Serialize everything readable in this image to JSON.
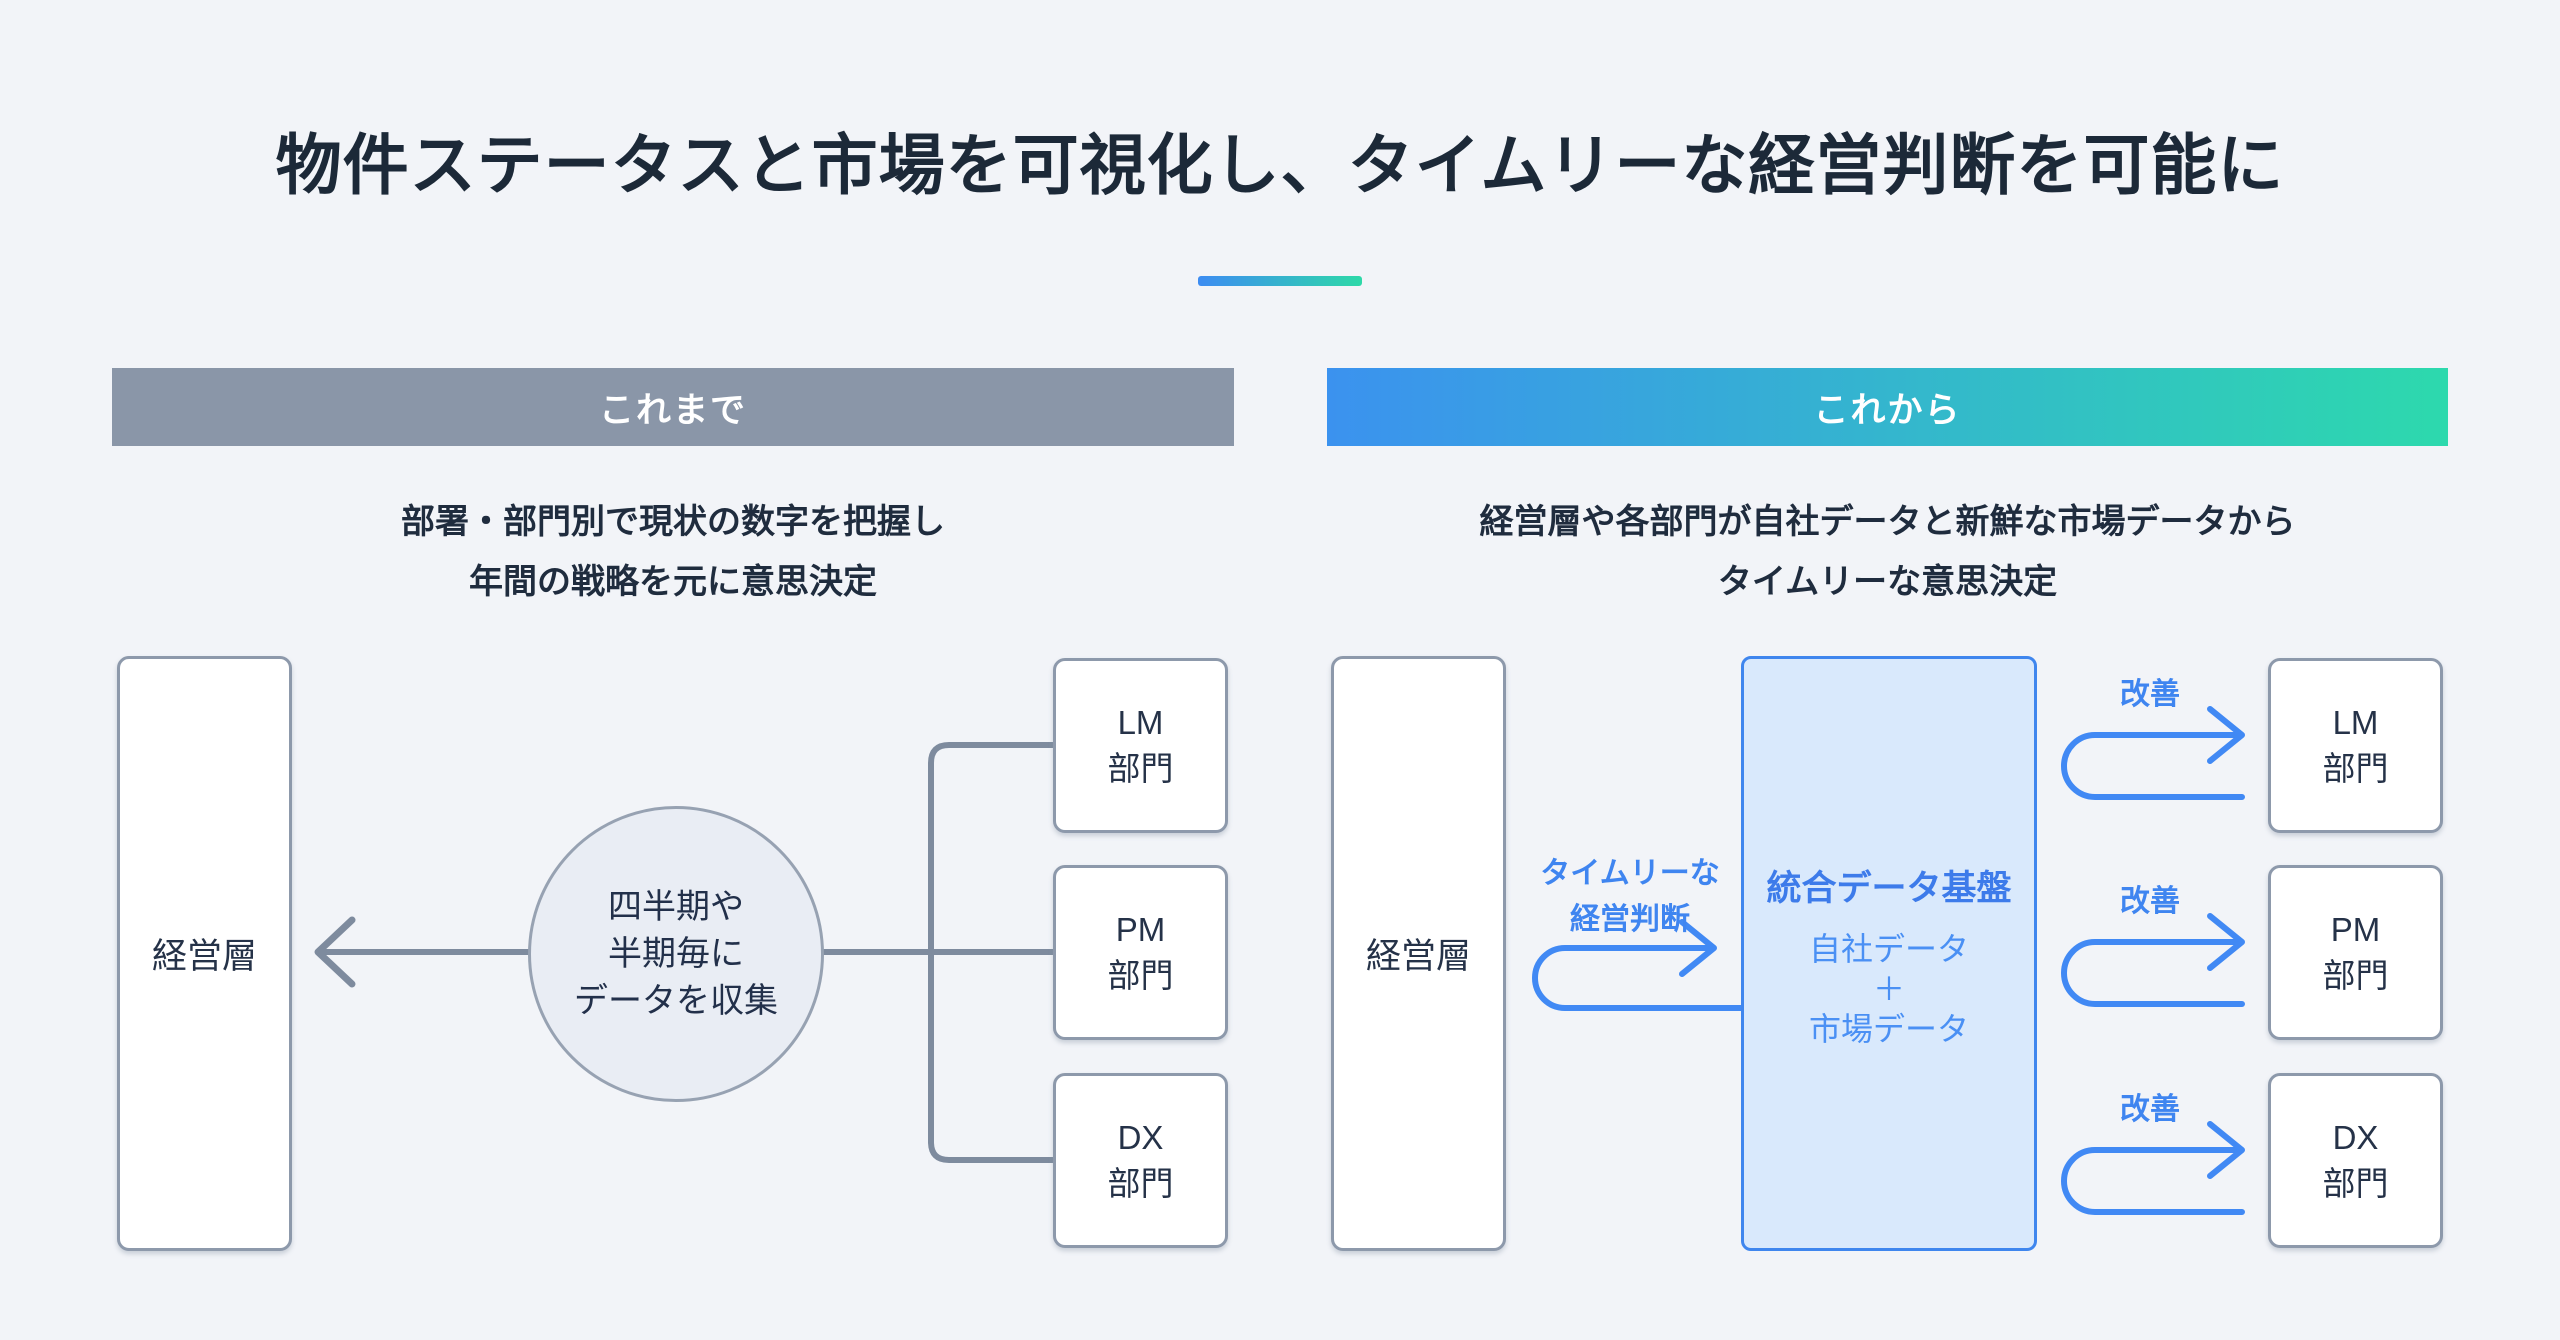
{
  "title": "物件ステータスと市場を可視化し、タイムリーな経営判断を可能に",
  "colors": {
    "background": "#f2f4f8",
    "title_text": "#1c2938",
    "gray_header": "#8a96a8",
    "gradient_start": "#3b92ef",
    "gradient_end": "#2dd9ad",
    "gray_line": "#7e8b9e",
    "box_border": "#8d99ab",
    "circle_fill": "#e9edf4",
    "blue_accent": "#3f85f0",
    "platform_fill": "#d9e9fc",
    "platform_border": "#3f86ee"
  },
  "panels": {
    "before": {
      "header": "これまで",
      "description_line1": "部署・部門別で現状の数字を把握し",
      "description_line2": "年間の戦略を元に意思決定",
      "management_box": "経営層",
      "circle_line1": "四半期や",
      "circle_line2": "半期毎に",
      "circle_line3": "データを収集",
      "departments": [
        {
          "line1": "LM",
          "line2": "部門"
        },
        {
          "line1": "PM",
          "line2": "部門"
        },
        {
          "line1": "DX",
          "line2": "部門"
        }
      ]
    },
    "after": {
      "header": "これから",
      "description_line1": "経営層や各部門が自社データと新鮮な市場データから",
      "description_line2": "タイムリーな意思決定",
      "management_box": "経営層",
      "decision_label_line1": "タイムリーな",
      "decision_label_line2": "経営判断",
      "improvement_label": "改善",
      "platform": {
        "title": "統合データ基盤",
        "line1": "自社データ",
        "line2": "＋",
        "line3": "市場データ"
      },
      "departments": [
        {
          "line1": "LM",
          "line2": "部門"
        },
        {
          "line1": "PM",
          "line2": "部門"
        },
        {
          "line1": "DX",
          "line2": "部門"
        }
      ]
    }
  }
}
